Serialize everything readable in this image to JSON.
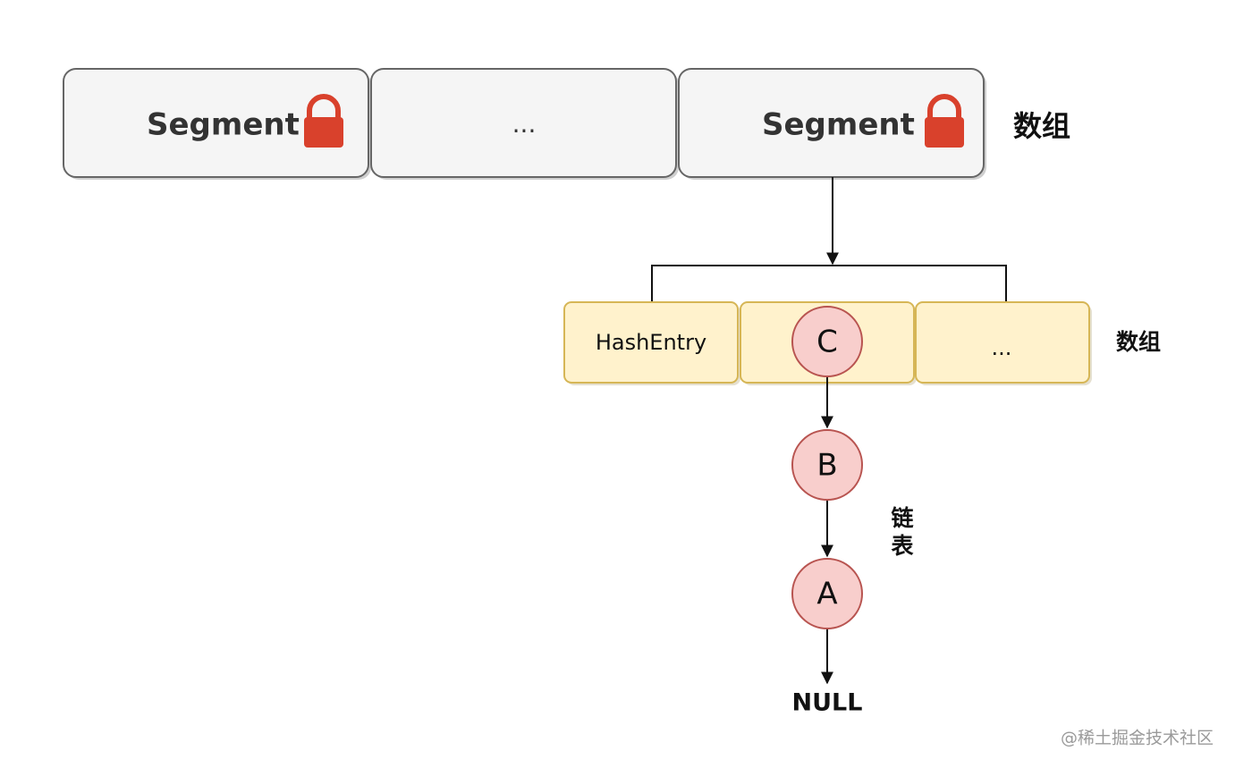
{
  "segments": [
    {
      "label": "Segment",
      "locked": true
    },
    {
      "label": "..."
    },
    {
      "label": "Segment",
      "locked": true
    }
  ],
  "segment_array_label": "数组",
  "entries": [
    {
      "label": "HashEntry"
    },
    {
      "label": ""
    },
    {
      "label": "..."
    }
  ],
  "entry_array_label": "数组",
  "chain": [
    {
      "label": "C"
    },
    {
      "label": "B"
    },
    {
      "label": "A"
    }
  ],
  "chain_label_line1": "链",
  "chain_label_line2": "表",
  "null_label": "NULL",
  "watermark": "@稀土掘金技术社区",
  "colors": {
    "segment_fill": "#f5f5f5",
    "segment_stroke": "#666666",
    "lock": "#d9412c",
    "entry_fill": "#fff2cc",
    "entry_stroke": "#d6b656",
    "node_fill": "#f8cecc",
    "node_stroke": "#b85450"
  }
}
